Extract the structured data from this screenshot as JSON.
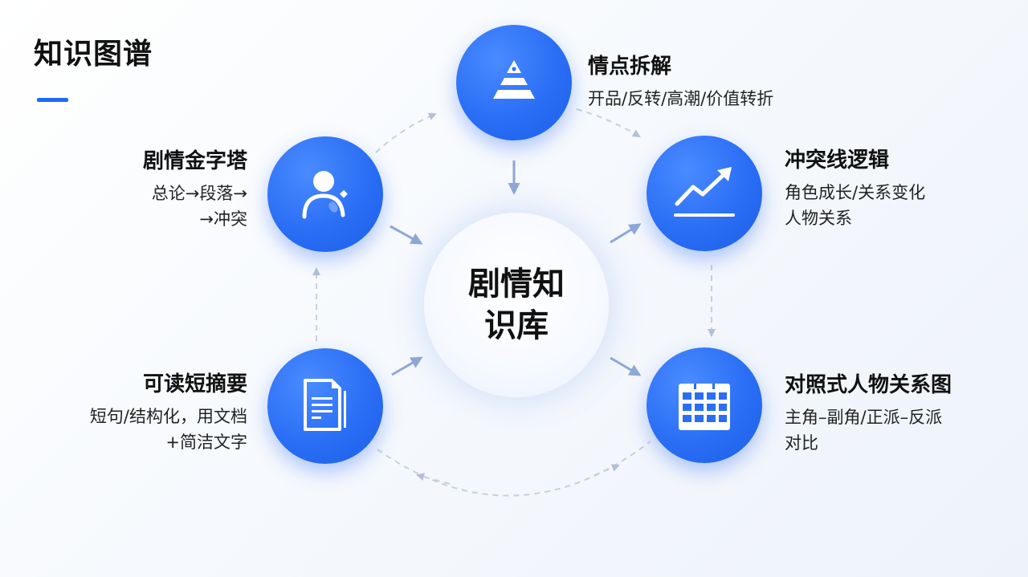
{
  "page_title": "知识图谱",
  "center": {
    "line1": "剧情知",
    "line2": "识库"
  },
  "nodes": {
    "top": {
      "title": "情点拆解",
      "lines": [
        "开品/反转/高潮/价值转折"
      ],
      "icon": "pyramid-icon"
    },
    "left_top": {
      "title": "剧情金字塔",
      "lines": [
        "总论→段落→",
        "→冲突"
      ],
      "icon": "user-icon"
    },
    "right_top": {
      "title": "冲突线逻辑",
      "lines": [
        "角色成长/关系变化",
        "人物关系"
      ],
      "icon": "trend-up-icon"
    },
    "left_bottom": {
      "title": "可读短摘要",
      "lines": [
        "短句/结构化，用文档",
        "+简洁文字"
      ],
      "icon": "document-icon"
    },
    "right_bottom": {
      "title": "对照式人物关系图",
      "lines": [
        "主角–副角/正派–反派",
        "对比"
      ],
      "icon": "calendar-grid-icon"
    }
  },
  "colors": {
    "accent": "#1f6bf0",
    "node": "#2a6ef5",
    "arrow": "#8fa8d6",
    "dashed": "#c8d0dc"
  }
}
